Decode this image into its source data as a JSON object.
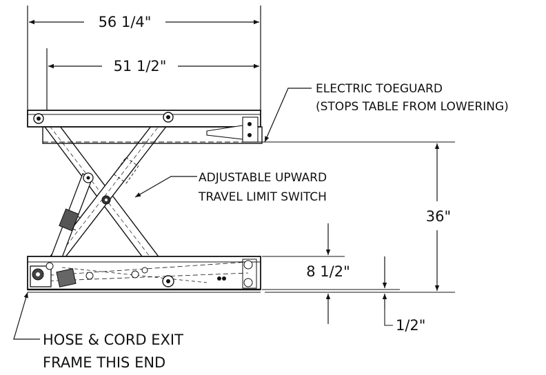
{
  "dimensions": {
    "overall_width": "56 1/4\"",
    "platform_width": "51 1/2\"",
    "raised_height": "36\"",
    "lowered_height": "8 1/2\"",
    "base_clearance": "1/2\""
  },
  "callouts": {
    "toeguard": [
      "ELECTRIC TOEGUARD",
      "(STOPS TABLE FROM LOWERING)"
    ],
    "limit_switch": [
      "ADJUSTABLE UPWARD",
      "TRAVEL LIMIT SWITCH"
    ],
    "hose_exit": [
      "HOSE & CORD EXIT",
      "FRAME THIS END"
    ]
  }
}
